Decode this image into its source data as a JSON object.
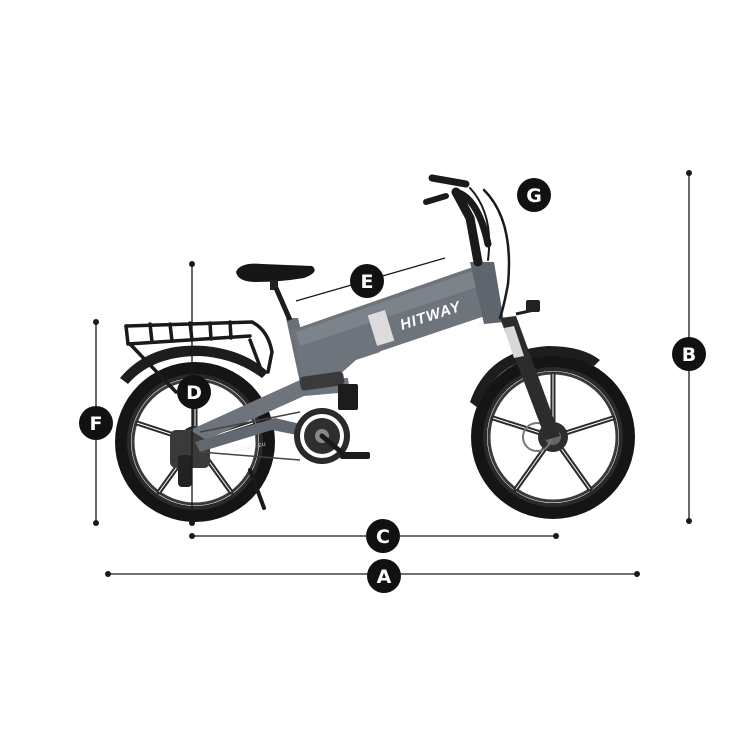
{
  "figure": {
    "logo_text": "HITWAY",
    "chainstay_text": "HITWAY.EU",
    "frame_color": "#6e747b",
    "tire_color": "#151515",
    "line_color": "#1a1a1a",
    "badge_color": "#111111"
  },
  "dimensions": {
    "a": "A",
    "b": "B",
    "c": "C",
    "d": "D",
    "e": "E",
    "f": "F",
    "g": "G"
  }
}
